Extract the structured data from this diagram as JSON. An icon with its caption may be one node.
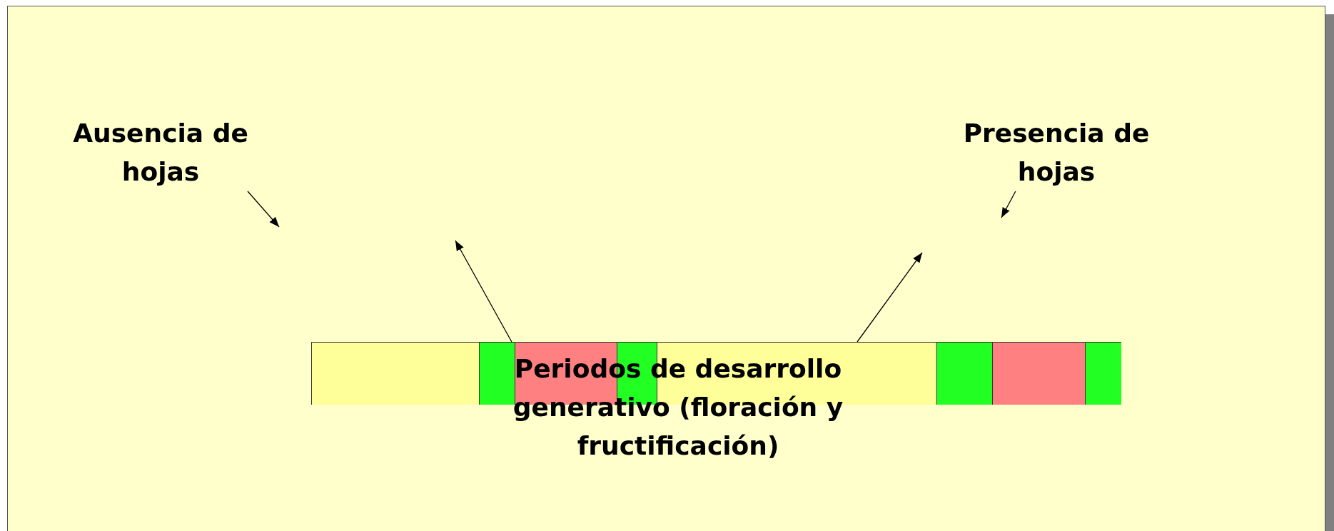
{
  "diagram": {
    "nodes": [
      {
        "text": [
          "Ausencia de hojas"
        ]
      },
      {
        "text": [
          "Presencia de hojas"
        ]
      },
      {
        "text": [],
        "shape": "bar"
      },
      {
        "text": [],
        "shape": "bar"
      },
      {
        "text": [],
        "shape": "bar"
      },
      {
        "text": [],
        "shape": "bar"
      },
      {
        "text": [],
        "shape": "bar"
      },
      {
        "text": [],
        "shape": "bar"
      },
      {
        "text": [],
        "shape": "bar"
      },
      {
        "text": [],
        "shape": "bar"
      },
      {
        "text": [
          "Periodos de desarrollo generativo (floración y fructificación)"
        ]
      }
    ],
    "edges": [
      {
        "from": 0,
        "to": null,
        "arrow": "to"
      },
      {
        "from": 1,
        "to": null,
        "arrow": "to"
      },
      {
        "from": 3,
        "to": null,
        "arrow": "to"
      },
      {
        "from": 6,
        "to": null,
        "arrow": "to"
      }
    ]
  }
}
